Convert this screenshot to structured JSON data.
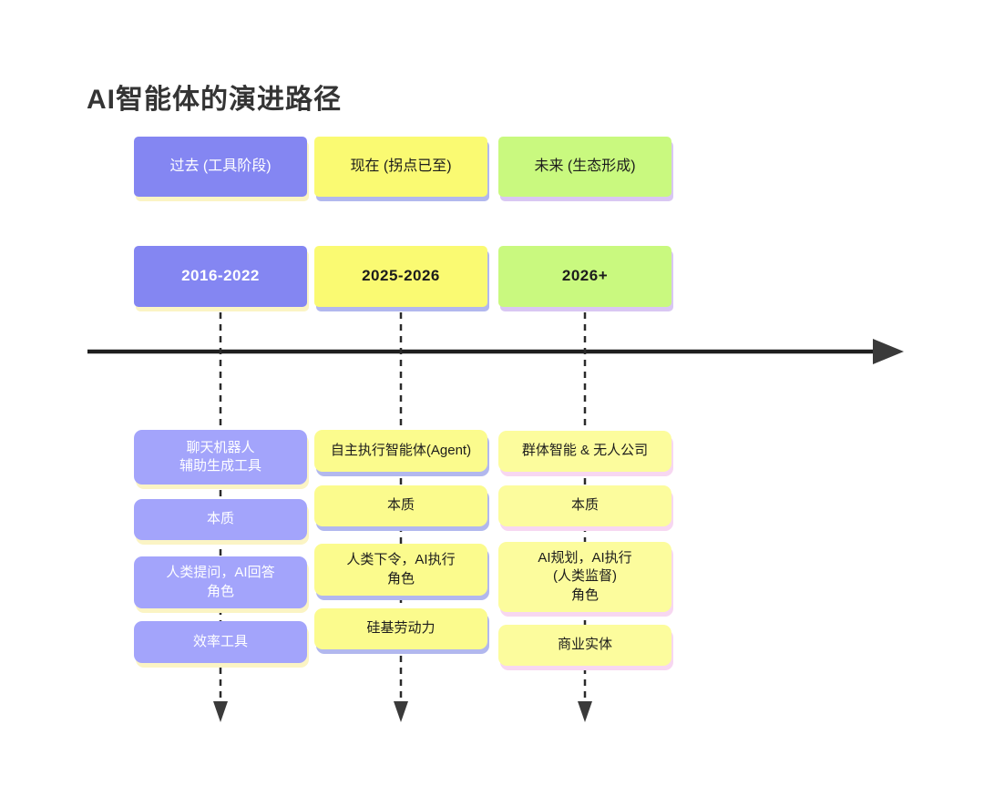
{
  "title": "AI智能体的演进路径",
  "timeline": {
    "direction": "right"
  },
  "columns": [
    {
      "id": "past",
      "stage": "过去 (工具阶段)",
      "period": "2016-2022",
      "theme": "purple",
      "rows": [
        "聊天机器人\n辅助生成工具",
        "本质",
        "人类提问，AI回答\n角色",
        "效率工具"
      ]
    },
    {
      "id": "present",
      "stage": "现在 (拐点已至)",
      "period": "2025-2026",
      "theme": "yellow",
      "rows": [
        "自主执行智能体(Agent)",
        "本质",
        "人类下令，AI执行\n角色",
        "硅基劳动力"
      ]
    },
    {
      "id": "future",
      "stage": "未来 (生态形成)",
      "period": "2026+",
      "theme": "green",
      "rows": [
        "群体智能 & 无人公司",
        "本质",
        "AI规划，AI执行\n(人类监督)\n角色",
        "商业实体"
      ]
    }
  ],
  "colors": {
    "purple-header": "#8486f2",
    "purple-light": "#a3a4fb",
    "yellow-header": "#fafa72",
    "yellow-light": "#fbfb8d",
    "green-header": "#c9f97f",
    "yellow-pale": "#fcfc9d",
    "shadow-c1": "#fbf4c4",
    "shadow-c2": "#b2b8ee",
    "shadow-c3-header": "#d9c7f3",
    "shadow-c3": "#f7d7f1",
    "axis": "#1e1e1e",
    "title-color": "#343434"
  }
}
